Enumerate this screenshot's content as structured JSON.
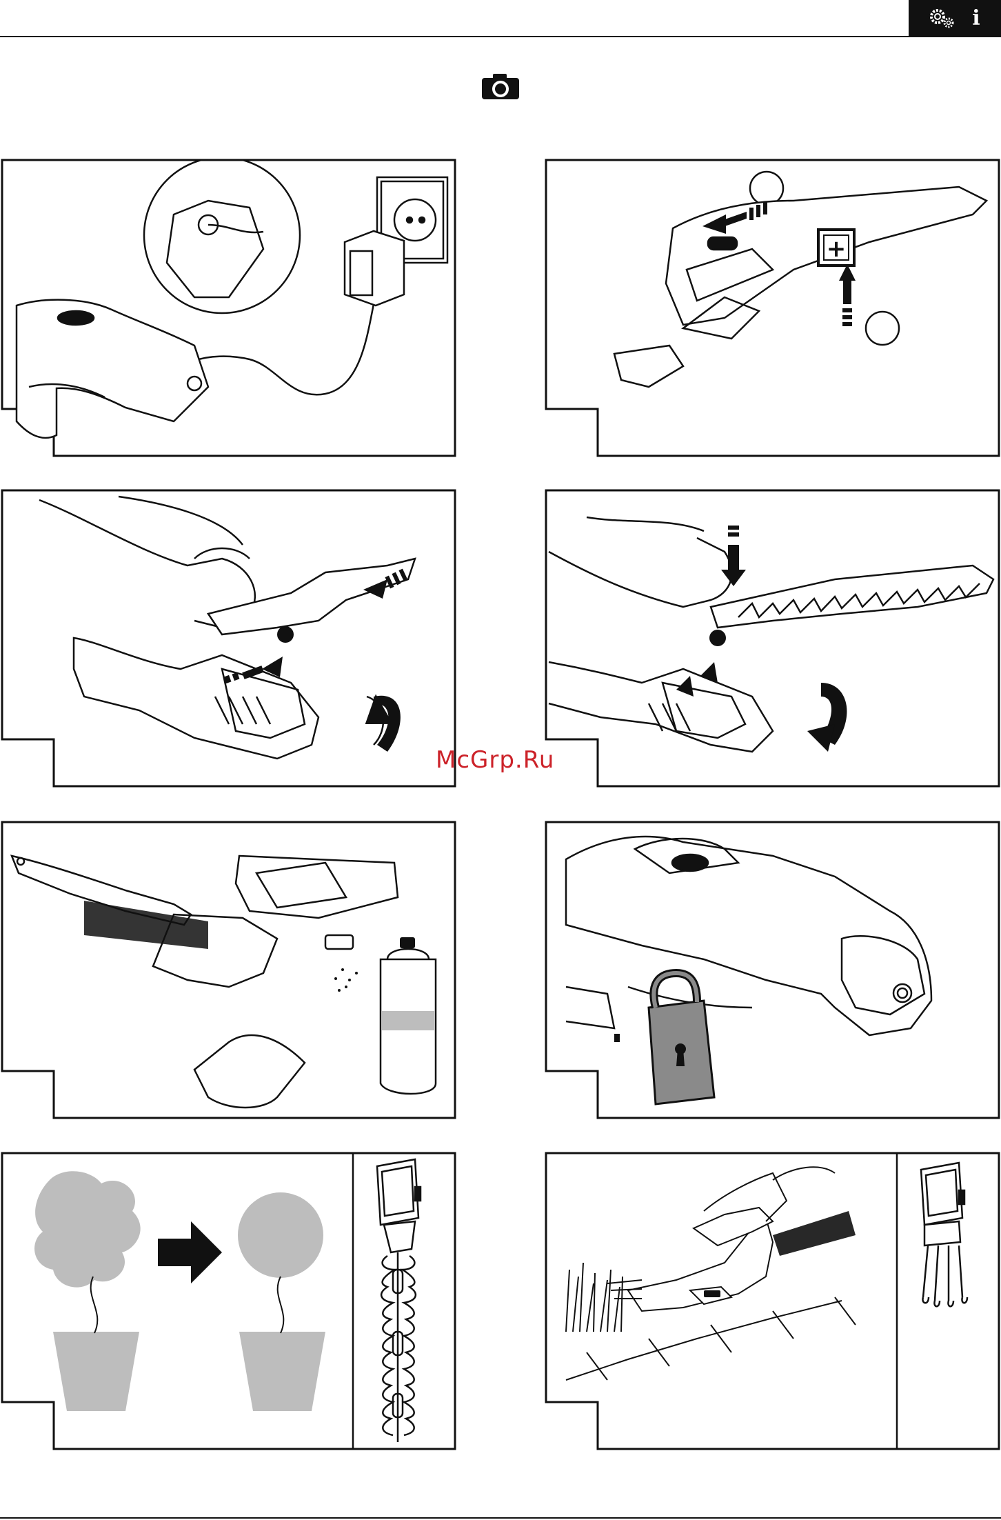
{
  "header": {
    "icons": [
      "gears-icon",
      "info-icon"
    ],
    "info_glyph": "i"
  },
  "section_icon": "camera-icon",
  "watermark": {
    "text": "McGrp.Ru",
    "color": "#cc2229"
  },
  "figures": [
    {
      "id": "fig-charging",
      "depicts": "charger-plug-icon"
    },
    {
      "id": "fig-battery-lock",
      "depicts": "battery-lock-icon",
      "callout": "+"
    },
    {
      "id": "fig-insert-grass-blade",
      "depicts": "grass-blade-insert-icon"
    },
    {
      "id": "fig-insert-hedge-blade",
      "depicts": "hedge-blade-insert-icon"
    },
    {
      "id": "fig-cleaning",
      "depicts": "cleaning-brush-icon"
    },
    {
      "id": "fig-storage-lock",
      "depicts": "padlock-icon"
    },
    {
      "id": "fig-hedge-shaping",
      "depicts": "topiary-icon"
    },
    {
      "id": "fig-grass-trimming",
      "depicts": "grass-trim-icon"
    }
  ],
  "colors": {
    "ink": "#111111",
    "grey_fill": "#bdbdbd",
    "paper": "#ffffff"
  }
}
